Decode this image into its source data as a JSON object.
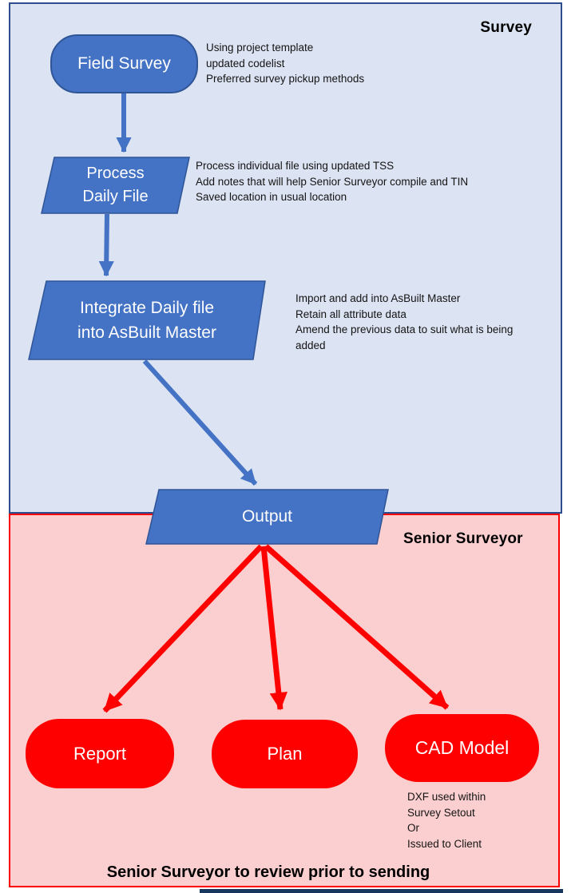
{
  "sections": {
    "survey": {
      "label": "Survey"
    },
    "senior": {
      "label": "Senior Surveyor"
    }
  },
  "nodes": {
    "field_survey": {
      "label": "Field Survey",
      "note": "Using project template\nupdated codelist\nPreferred survey pickup methods"
    },
    "process_daily_file": {
      "label": "Process\nDaily File",
      "note": "Process individual file using updated TSS\nAdd notes that will help Senior Surveyor compile and TIN\nSaved location in usual location"
    },
    "integrate_daily_file": {
      "label": "Integrate Daily file\ninto AsBuilt Master",
      "note": "Import and add into AsBuilt Master\nRetain all attribute data\nAmend the previous data to suit what is being\nadded"
    },
    "output": {
      "label": "Output"
    },
    "report": {
      "label": "Report"
    },
    "plan": {
      "label": "Plan"
    },
    "cad_model": {
      "label": "CAD Model",
      "note": "DXF used within\nSurvey Setout\nOr\nIssued to Client"
    }
  },
  "footer": {
    "review_note": "Senior Surveyor to review prior to sending"
  },
  "colors": {
    "blue_panel_bg": "#dce3f2",
    "blue_panel_border": "#2e4d8f",
    "pink_panel_bg": "#fbcfcf",
    "pink_panel_border": "#fe0000",
    "node_blue": "#4472c4",
    "node_blue_border": "#2f5597",
    "node_red": "#fe0000",
    "arrow_blue": "#4472c4",
    "arrow_red": "#fe0000",
    "bottom_bar": "#17375e"
  }
}
